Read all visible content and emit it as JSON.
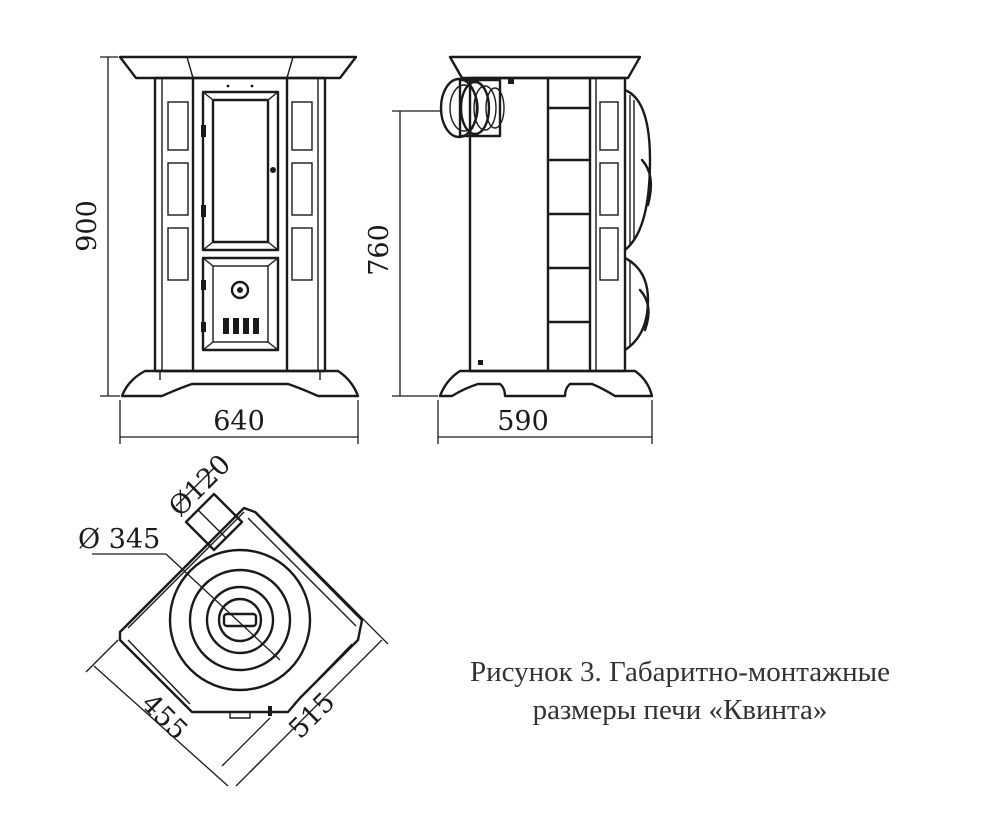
{
  "dimensions": {
    "front_height": "900",
    "front_width": "640",
    "side_height": "760",
    "side_depth": "590",
    "flue_diameter": "Ø120",
    "top_diameter": "Ø 345",
    "plan_side_a": "455",
    "plan_side_b": "515"
  },
  "caption": {
    "line1": "Рисунок 3. Габаритно-монтажные",
    "line2": "размеры печи «Квинта»"
  }
}
